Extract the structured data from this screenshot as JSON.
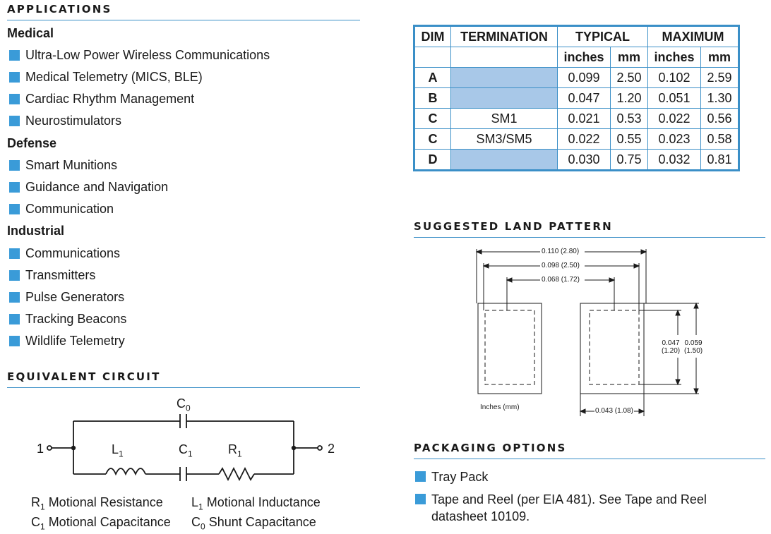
{
  "applications": {
    "title": "APPLICATIONS",
    "groups": [
      {
        "name": "Medical",
        "items": [
          "Ultra-Low Power Wireless Communications",
          "Medical Telemetry (MICS, BLE)",
          "Cardiac Rhythm Management",
          "Neurostimulators"
        ]
      },
      {
        "name": "Defense",
        "items": [
          "Smart Munitions",
          "Guidance and Navigation",
          "Communication"
        ]
      },
      {
        "name": "Industrial",
        "items": [
          "Communications",
          "Transmitters",
          "Pulse Generators",
          "Tracking Beacons",
          "Wildlife Telemetry"
        ]
      }
    ]
  },
  "circuit": {
    "title": "EQUIVALENT CIRCUIT",
    "node1": "1",
    "node2": "2",
    "c0": "C",
    "c0_sub": "0",
    "l1": "L",
    "l1_sub": "1",
    "c1": "C",
    "c1_sub": "1",
    "r1": "R",
    "r1_sub": "1",
    "legend": [
      {
        "sym": "R",
        "sub": "1",
        "text": " Motional Resistance"
      },
      {
        "sym": "L",
        "sub": "1",
        "text": " Motional Inductance"
      },
      {
        "sym": "C",
        "sub": "1",
        "text": " Motional Capacitance"
      },
      {
        "sym": "C",
        "sub": "0",
        "text": " Shunt Capacitance"
      }
    ]
  },
  "dimensions": {
    "headers": {
      "dim": "DIM",
      "termination": "TERMINATION",
      "typical": "TYPICAL",
      "maximum": "MAXIMUM"
    },
    "subheaders": [
      "inches",
      "mm",
      "inches",
      "mm"
    ],
    "rows": [
      {
        "dim": "A",
        "term": "",
        "shaded": true,
        "typ_in": "0.099",
        "typ_mm": "2.50",
        "max_in": "0.102",
        "max_mm": "2.59"
      },
      {
        "dim": "B",
        "term": "",
        "shaded": true,
        "typ_in": "0.047",
        "typ_mm": "1.20",
        "max_in": "0.051",
        "max_mm": "1.30"
      },
      {
        "dim": "C",
        "term": "SM1",
        "shaded": false,
        "typ_in": "0.021",
        "typ_mm": "0.53",
        "max_in": "0.022",
        "max_mm": "0.56"
      },
      {
        "dim": "C",
        "term": "SM3/SM5",
        "shaded": false,
        "typ_in": "0.022",
        "typ_mm": "0.55",
        "max_in": "0.023",
        "max_mm": "0.58"
      },
      {
        "dim": "D",
        "term": "",
        "shaded": true,
        "typ_in": "0.030",
        "typ_mm": "0.75",
        "max_in": "0.032",
        "max_mm": "0.81"
      }
    ]
  },
  "land_pattern": {
    "title": "SUGGESTED LAND PATTERN",
    "dim1": "0.110 (2.80)",
    "dim2": "0.098 (2.50)",
    "dim3": "0.068 (1.72)",
    "dim4_in": "0.047",
    "dim4_mm": "(1.20)",
    "dim5_in": "0.059",
    "dim5_mm": "(1.50)",
    "dim6": "0.043 (1.08)",
    "units": "Inches (mm)"
  },
  "packaging": {
    "title": "PACKAGING OPTIONS",
    "items": [
      "Tray Pack",
      "Tape and Reel (per EIA 481). See Tape and Reel datasheet 10109."
    ]
  },
  "colors": {
    "accent": "#3a9bd8",
    "rule": "#3a8fc7",
    "shade": "#a8c8e8"
  }
}
